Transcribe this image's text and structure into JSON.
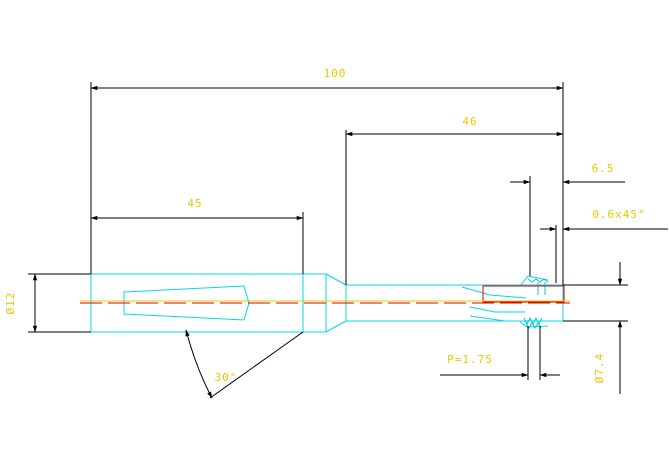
{
  "colors": {
    "background": "#ffffff",
    "dimension_line": "#000000",
    "dimension_text": "#e8c800",
    "outline": "#00d8e8",
    "center_line_red": "#e00000",
    "center_line_yellow": "#e8c800",
    "thread": "#00c8e0",
    "detail_box": "#e00000"
  },
  "dimensions": {
    "overall_length": "100",
    "reduced_length": "46",
    "shank_length": "45",
    "tip_length": "6.5",
    "chamfer": "0.6x45°",
    "shank_diameter": "Ø12",
    "tip_diameter": "Ø7.4",
    "thread_pitch": "P=1.75",
    "taper_angle": "30°"
  }
}
